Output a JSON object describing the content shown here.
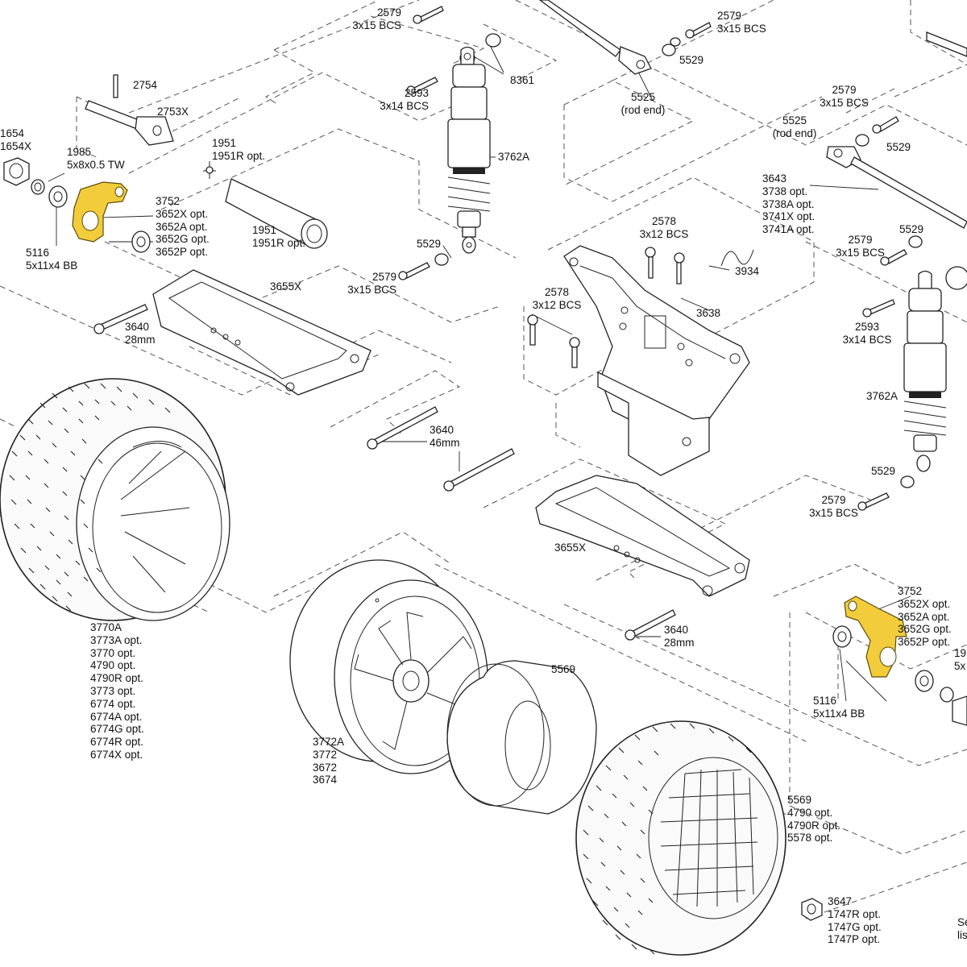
{
  "colors": {
    "highlight_part": "#f2cc3a",
    "line": "#222222",
    "dashed_guide": "#555555",
    "background": "#ffffff"
  },
  "labels": {
    "p2579_top_a": [
      "2579",
      "3x15 BCS"
    ],
    "p2579_top_b": [
      "2579",
      "3x15 BCS"
    ],
    "p5529_top": [
      "5529"
    ],
    "p5525_top": [
      "5525",
      "(rod end)"
    ],
    "p8361": [
      "8361"
    ],
    "p2593_a": [
      "2593",
      "3x14 BCS"
    ],
    "p2754": [
      "2754"
    ],
    "p2753x": [
      "2753X"
    ],
    "p1654": [
      "1654",
      "1654X"
    ],
    "p1985_l": [
      "1985",
      "5x8x0.5 TW"
    ],
    "p1951_a": [
      "1951",
      "1951R opt."
    ],
    "p3762a_l": [
      "3762A"
    ],
    "p3752_l": [
      "3752",
      "3652X opt.",
      "3652A opt.",
      "3652G opt.",
      "3652P opt."
    ],
    "p1951_b": [
      "1951",
      "1951R opt."
    ],
    "p5116_l": [
      "5116",
      "5x11x4 BB"
    ],
    "p5529_mid": [
      "5529"
    ],
    "p2579_mid_l": [
      "2579",
      "3x15 BCS"
    ],
    "p3655x_a": [
      "3655X"
    ],
    "p3640_a": [
      "3640",
      "28mm"
    ],
    "p2579_r1": [
      "2579",
      "3x15 BCS"
    ],
    "p5525_r": [
      "5525",
      "(rod end)"
    ],
    "p5529_r1": [
      "5529"
    ],
    "p3643": [
      "3643",
      "3738 opt.",
      "3738A opt.",
      "3741X opt.",
      "3741A opt."
    ],
    "p2578_a": [
      "2578",
      "3x12 BCS"
    ],
    "p5529_r2": [
      "5529"
    ],
    "p2579_r2": [
      "2579",
      "3x15 BCS"
    ],
    "p3934": [
      "3934"
    ],
    "p2578_b": [
      "2578",
      "3x12 BCS"
    ],
    "p3638": [
      "3638"
    ],
    "p2593_b": [
      "2593",
      "3x14 BCS"
    ],
    "p3762a_r": [
      "3762A"
    ],
    "p3640_b": [
      "3640",
      "46mm"
    ],
    "p5529_r3": [
      "5529"
    ],
    "p2579_r3": [
      "2579",
      "3x15 BCS"
    ],
    "p3655x_b": [
      "3655X"
    ],
    "p3752_r": [
      "3752",
      "3652X opt.",
      "3652A opt.",
      "3652G opt.",
      "3652P opt."
    ],
    "p3640_c": [
      "3640",
      "28mm"
    ],
    "p1985_r": [
      "19",
      "5x"
    ],
    "p5116_r": [
      "5116",
      "5x11x4 BB"
    ],
    "p3770a": [
      "3770A",
      "3773A opt.",
      "3770 opt.",
      "4790 opt.",
      "4790R opt.",
      "3773 opt.",
      "6774 opt.",
      "6774A opt.",
      "6774G opt.",
      "6774R opt.",
      "6774X opt."
    ],
    "p5569_foam": [
      "5569"
    ],
    "p3772a": [
      "3772A",
      "3772",
      "3672",
      "3674"
    ],
    "p5569_tire": [
      "5569",
      "4790 opt.",
      "4790R opt.",
      "5578 opt."
    ],
    "p3647": [
      "3647",
      "1747R opt.",
      "1747G opt.",
      "1747P opt."
    ],
    "p_see": [
      "Se",
      "lis"
    ]
  }
}
